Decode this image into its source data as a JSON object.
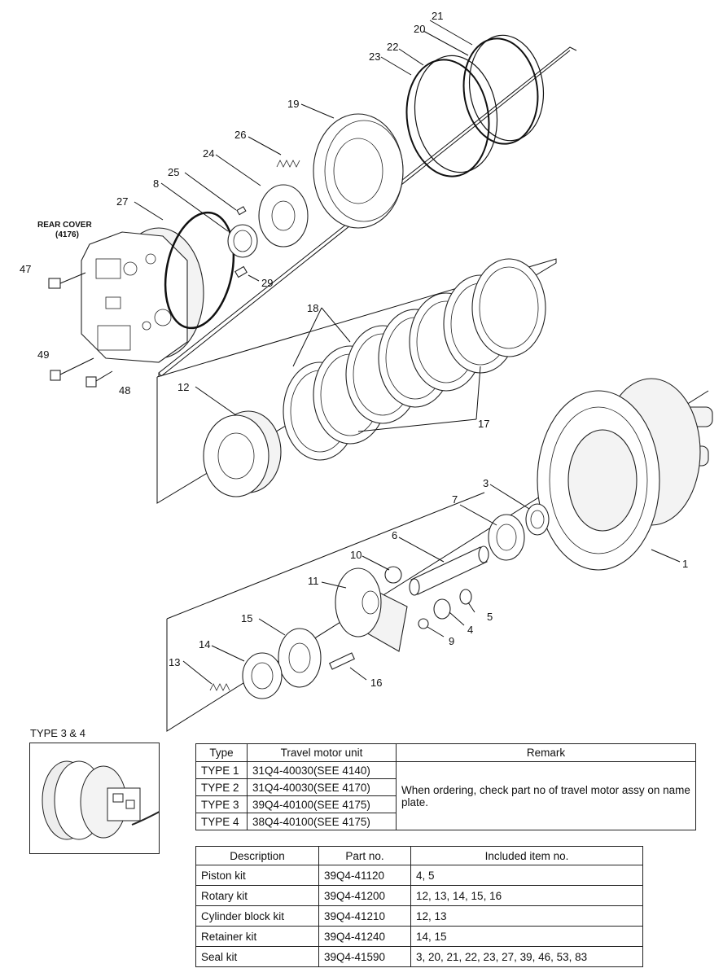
{
  "diagram": {
    "rear_cover_label": "REAR COVER",
    "rear_cover_ref": "(4176)",
    "callouts": [
      "1",
      "3",
      "4",
      "5",
      "6",
      "7",
      "8",
      "9",
      "10",
      "11",
      "12",
      "13",
      "14",
      "15",
      "16",
      "17",
      "18",
      "19",
      "20",
      "21",
      "22",
      "23",
      "24",
      "25",
      "26",
      "27",
      "29",
      "47",
      "48",
      "49"
    ]
  },
  "type34": {
    "title": "TYPE 3 & 4"
  },
  "types_table": {
    "headers": [
      "Type",
      "Travel motor unit",
      "Remark"
    ],
    "rows": [
      {
        "type": "TYPE 1",
        "unit": "31Q4-40030(SEE 4140)"
      },
      {
        "type": "TYPE 2",
        "unit": "31Q4-40030(SEE 4170)"
      },
      {
        "type": "TYPE 3",
        "unit": "39Q4-40100(SEE 4175)"
      },
      {
        "type": "TYPE 4",
        "unit": "38Q4-40100(SEE 4175)"
      }
    ],
    "remark": "When ordering, check part no of travel motor assy on name plate."
  },
  "kits_table": {
    "headers": [
      "Description",
      "Part no.",
      "Included item no."
    ],
    "rows": [
      {
        "desc": "Piston kit",
        "part": "39Q4-41120",
        "items": "4, 5"
      },
      {
        "desc": "Rotary kit",
        "part": "39Q4-41200",
        "items": "12, 13, 14, 15, 16"
      },
      {
        "desc": "Cylinder block kit",
        "part": "39Q4-41210",
        "items": "12, 13"
      },
      {
        "desc": "Retainer kit",
        "part": "39Q4-41240",
        "items": "14, 15"
      },
      {
        "desc": "Seal kit",
        "part": "39Q4-41590",
        "items": "3, 20, 21, 22, 23, 27, 39, 46, 53, 83"
      }
    ]
  }
}
